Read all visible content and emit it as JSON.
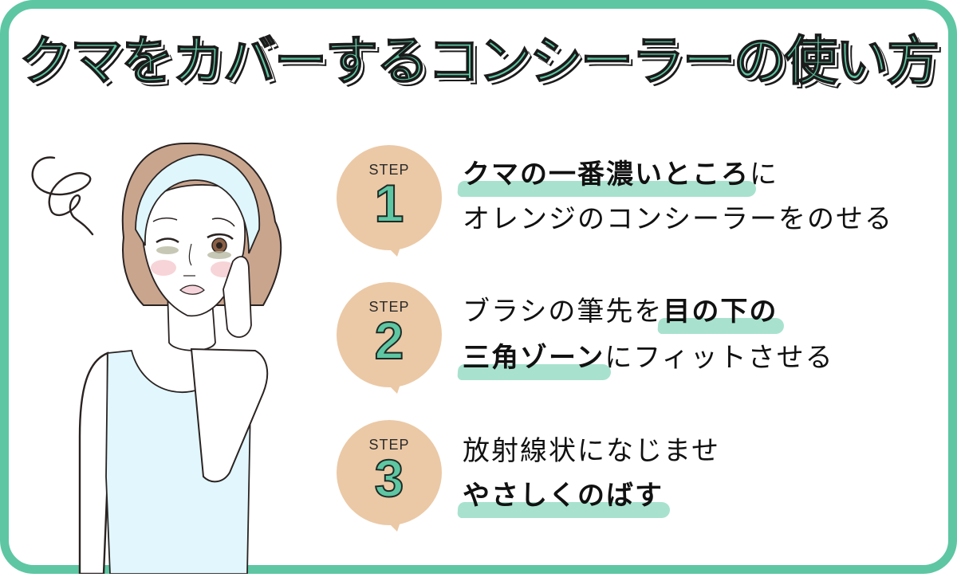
{
  "title": "クマをカバーするコンシーラーの使い方",
  "colors": {
    "accent": "#5ec6a3",
    "highlight": "#a8e2cf",
    "bubble": "#ebc9a6",
    "text": "#111111",
    "hair": "#c9a58e",
    "headband": "#dff6fc",
    "tank_top": "#e1f7fd"
  },
  "illustration": {
    "subject": "woman with dark circles touching cheek",
    "icons": [
      "swirl-icon"
    ]
  },
  "steps": [
    {
      "label": "STEP",
      "number": "1",
      "line1": {
        "highlight": "クマの一番濃いところ",
        "rest": "に"
      },
      "line2": {
        "rest": "オレンジのコンシーラーをのせる"
      }
    },
    {
      "label": "STEP",
      "number": "2",
      "line1": {
        "pre": "ブラシの筆先を",
        "highlight": "目の下の"
      },
      "line2": {
        "highlight": "三角ゾーン",
        "rest": "にフィットさせる"
      }
    },
    {
      "label": "STEP",
      "number": "3",
      "line1": {
        "rest": "放射線状になじませ"
      },
      "line2": {
        "highlight": "やさしくのばす"
      }
    }
  ]
}
